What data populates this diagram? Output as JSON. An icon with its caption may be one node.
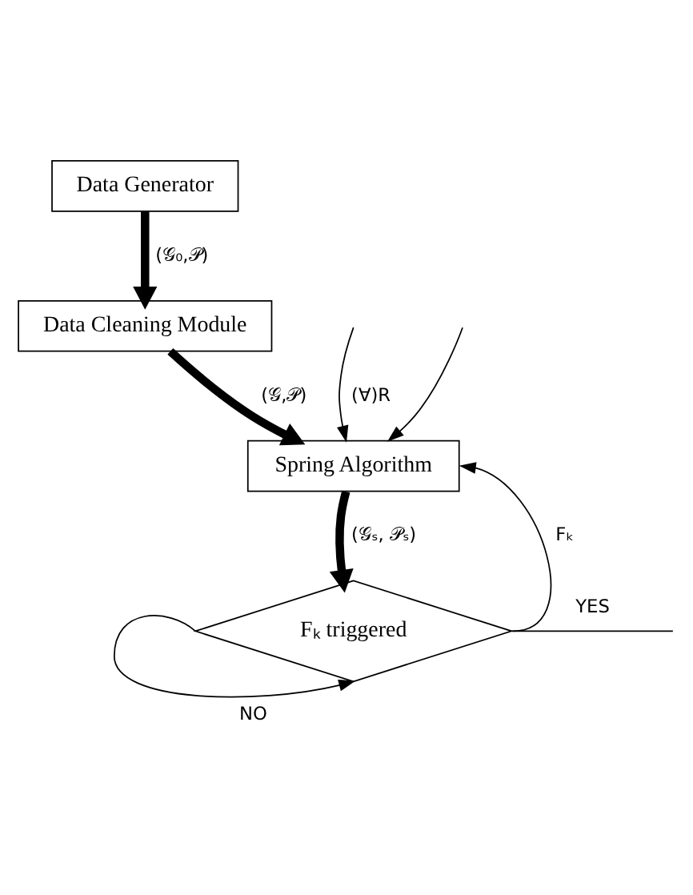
{
  "diagram": {
    "nodes": [
      {
        "text": [
          "Data Generator"
        ]
      },
      {
        "text": [
          "Data Cleaning Module"
        ]
      },
      {
        "text": [
          "Spring Algorithm"
        ]
      },
      {
        "text": [
          "Fₖ triggered"
        ]
      }
    ],
    "edges": [
      {
        "from": 0,
        "to": 1,
        "arrow": "to",
        "label": "(𝒢₀,𝒫)",
        "style": "thick"
      },
      {
        "from": 1,
        "to": 2,
        "arrow": "to",
        "label": "(𝒢,𝒫)",
        "style": "thick"
      },
      {
        "from": 2,
        "to": 3,
        "arrow": "to",
        "label": "(𝒢ₛ, 𝒫ₛ)",
        "style": "thick"
      },
      {
        "from": 3,
        "to": 3,
        "arrow": "to",
        "label": "NO"
      },
      {
        "from": 3,
        "to": null,
        "arrow": "none",
        "label": "YES"
      },
      {
        "from": 3,
        "to": 2,
        "arrow": "to",
        "label": "Fₖ"
      },
      {
        "from": null,
        "to": 2,
        "arrow": "to",
        "label": "(∀)R"
      },
      {
        "from": null,
        "to": 2,
        "arrow": "to"
      }
    ]
  }
}
